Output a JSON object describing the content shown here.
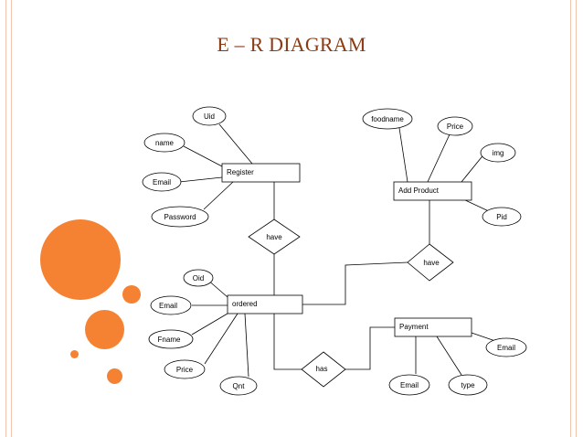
{
  "title": "E – R DIAGRAM",
  "colors": {
    "title": "#8a3b14",
    "accent_circle": "#f58233",
    "border": "#f2c4b0",
    "stroke": "#000000"
  },
  "diagram": {
    "entities": {
      "register": "Register",
      "add_product": "Add Product",
      "ordered": "ordered",
      "payment": "Payment"
    },
    "relationships": {
      "have_1": "have",
      "have_2": "have",
      "has": "has"
    },
    "attributes": {
      "register": [
        "Uid",
        "name",
        "Email",
        "Password"
      ],
      "add_product": [
        "foodname",
        "Price",
        "img",
        "Pid"
      ],
      "ordered": [
        "Oid",
        "Email",
        "Fname",
        "Price",
        "Qnt"
      ],
      "payment": [
        "Email",
        "Email",
        "type"
      ]
    }
  }
}
